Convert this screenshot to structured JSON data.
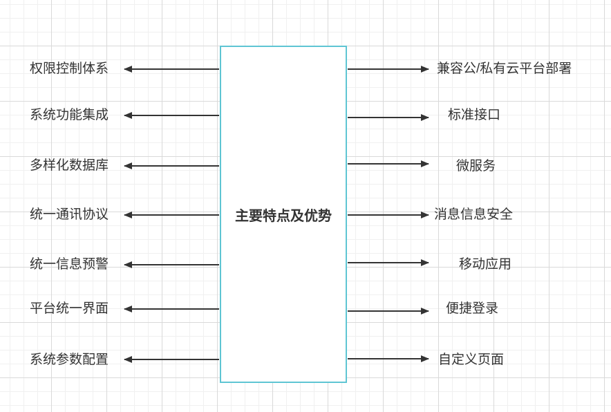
{
  "center_title": "主要特点及优势",
  "colors": {
    "box_border": "#5ec5d3",
    "arrow": "#333333",
    "text": "#333333"
  },
  "left_items": [
    {
      "label": "权限控制体系"
    },
    {
      "label": "系统功能集成"
    },
    {
      "label": "多样化数据库"
    },
    {
      "label": "统一通讯协议"
    },
    {
      "label": "统一信息预警"
    },
    {
      "label": "平台统一界面"
    },
    {
      "label": "系统参数配置"
    }
  ],
  "right_items": [
    {
      "label": "兼容公/私有云平台部署"
    },
    {
      "label": "标准接口"
    },
    {
      "label": "微服务"
    },
    {
      "label": "消息信息安全"
    },
    {
      "label": "移动应用"
    },
    {
      "label": "便捷登录"
    },
    {
      "label": "自定义页面"
    }
  ]
}
